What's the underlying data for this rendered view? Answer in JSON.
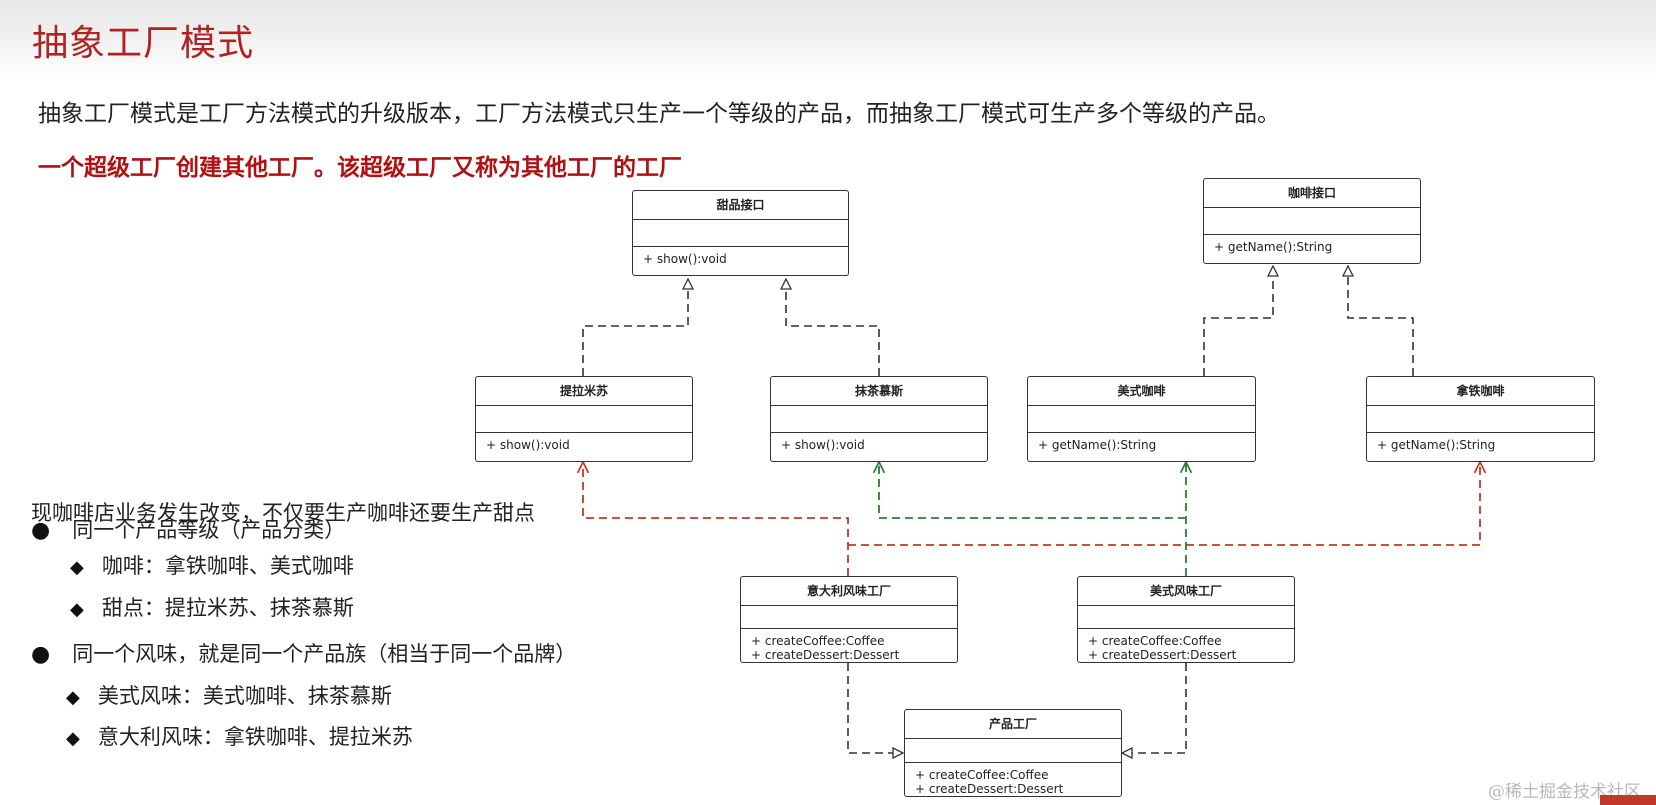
{
  "title": "抽象工厂模式",
  "intro": "抽象工厂模式是工厂方法模式的升级版本，工厂方法模式只生产一个等级的产品，而抽象工厂模式可生产多个等级的产品。",
  "highlight": "一个超级工厂创建其他工厂。该超级工厂又称为其他工厂的工厂",
  "scenario": "现咖啡店业务发生改变，不仅要生产咖啡还要生产甜点",
  "bullets": {
    "level": "同一个产品等级（产品分类）",
    "level_coffee": "咖啡：拿铁咖啡、美式咖啡",
    "level_dessert": "甜点：提拉米苏、抹茶慕斯",
    "family": "同一个风味，就是同一个产品族（相当于同一个品牌）",
    "family_american": "美式风味：美式咖啡、抹茶慕斯",
    "family_italian": "意大利风味：拿铁咖啡、提拉米苏"
  },
  "markers": {
    "dot": "●",
    "diamond": "◆"
  },
  "diagram": {
    "dessert_interface": {
      "name": "甜品接口",
      "op1": "+ show():void"
    },
    "coffee_interface": {
      "name": "咖啡接口",
      "op1": "+ getName():String"
    },
    "tiramisu": {
      "name": "提拉米苏",
      "op1": "+ show():void"
    },
    "matcha_mousse": {
      "name": "抹茶慕斯",
      "op1": "+ show():void"
    },
    "american_coffee": {
      "name": "美式咖啡",
      "op1": "+ getName():String"
    },
    "latte": {
      "name": "拿铁咖啡",
      "op1": "+ getName():String"
    },
    "italian_factory": {
      "name": "意大利风味工厂",
      "op1": "+ createCoffee:Coffee",
      "op2": "+ createDessert:Dessert"
    },
    "american_factory": {
      "name": "美式风味工厂",
      "op1": "+ createCoffee:Coffee",
      "op2": "+ createDessert:Dessert"
    },
    "product_factory": {
      "name": "产品工厂",
      "op1": "+ createCoffee:Coffee",
      "op2": "+ createDessert:Dessert"
    }
  },
  "colors": {
    "title": "#b22222",
    "highlight": "#b01010",
    "italian_line": "#c0392b",
    "american_line": "#2e7d32",
    "realization": "#333333"
  },
  "watermark": "@稀土掘金技术社区"
}
